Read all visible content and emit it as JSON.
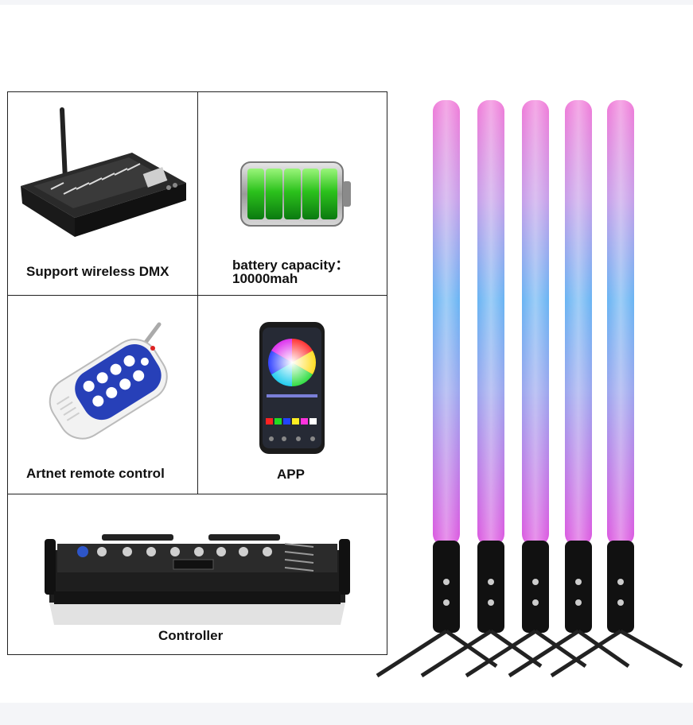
{
  "features": {
    "wireless_dmx": {
      "label": "Support wireless DMX",
      "icon": "dmx-console-icon"
    },
    "battery": {
      "label_line1": "battery capacity：",
      "label_line2": "10000mah",
      "icon": "battery-icon"
    },
    "remote": {
      "label": "Artnet remote control",
      "icon": "remote-control-icon"
    },
    "app": {
      "label": "APP",
      "icon": "smartphone-app-icon"
    },
    "controller": {
      "label": "Controller",
      "icon": "controller-box-icon"
    }
  },
  "product": {
    "tube_count": 5,
    "colors": {
      "top": "#f07ad8",
      "middle": "#69b4f3",
      "bottom": "#dd57e0"
    }
  }
}
